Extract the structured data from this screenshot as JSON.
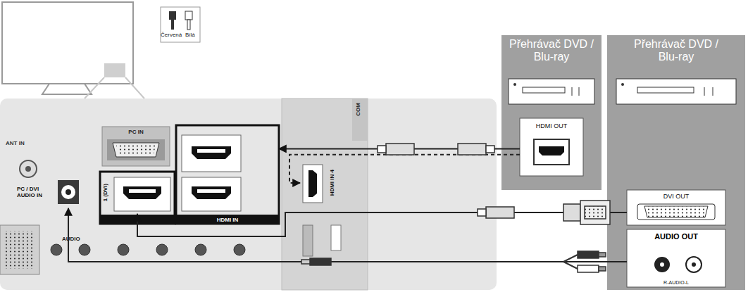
{
  "diagram": {
    "nodes": [
      {
        "text": [
          "PC IN"
        ]
      },
      {
        "text": [
          "PC / DVI AUDIO IN"
        ]
      },
      {
        "text": [
          "1 (DVI)"
        ]
      },
      {
        "text": [
          "HDMI IN"
        ]
      },
      {
        "text": [
          "HDMI IN 4"
        ]
      },
      {
        "text": [
          "Přehrávač DVD / Blu-ray"
        ]
      },
      {
        "text": [
          "HDMI OUT"
        ],
        "in": 5
      },
      {
        "text": [
          "Přehrávač DVD / Blu-ray"
        ]
      },
      {
        "text": [
          "DVI OUT"
        ],
        "in": 7
      },
      {
        "text": [
          "AUDIO OUT",
          "R-AUDIO-L"
        ],
        "in": 7
      }
    ],
    "edges": [
      {
        "from": 6,
        "to": 3,
        "arrow": "to"
      },
      {
        "from": 6,
        "to": 4,
        "arrow": "to"
      },
      {
        "from": 8,
        "to": 2,
        "arrow": "to"
      },
      {
        "from": 9,
        "to": 1,
        "arrow": "to"
      }
    ],
    "labels": [
      "Červená",
      "Bílá",
      "ANT IN",
      "COM",
      "AUDIO"
    ]
  }
}
